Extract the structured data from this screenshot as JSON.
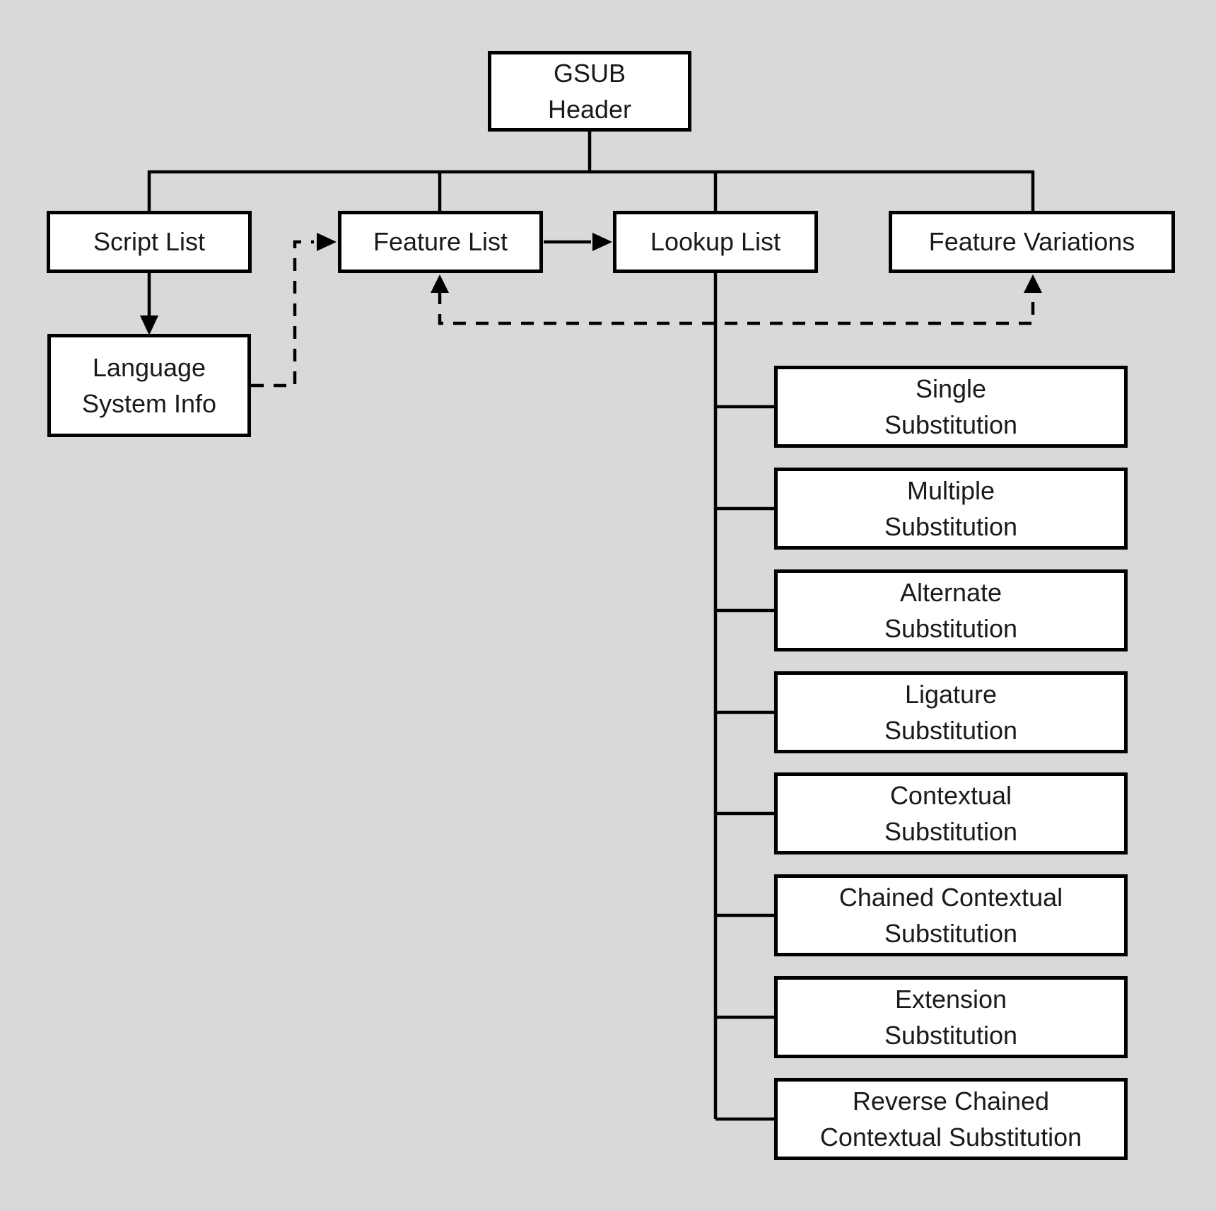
{
  "diagram": {
    "background_color": "#d9d9d9",
    "node_fill_color": "#ffffff",
    "line_color": "#000000",
    "text_color": "#1a1a1a"
  },
  "nodes": {
    "gsub_header": {
      "label": "GSUB\nHeader"
    },
    "script_list": {
      "label": "Script List"
    },
    "feature_list": {
      "label": "Feature List"
    },
    "lookup_list": {
      "label": "Lookup List"
    },
    "feature_variations": {
      "label": "Feature Variations"
    },
    "language_system_info": {
      "label": "Language\nSystem Info"
    },
    "lookup_types": [
      {
        "label": "Single\nSubstitution"
      },
      {
        "label": "Multiple\nSubstitution"
      },
      {
        "label": "Alternate\nSubstitution"
      },
      {
        "label": "Ligature\nSubstitution"
      },
      {
        "label": "Contextual\nSubstitution"
      },
      {
        "label": "Chained Contextual\nSubstitution"
      },
      {
        "label": "Extension\nSubstitution"
      },
      {
        "label": "Reverse Chained\nContextual Substitution"
      }
    ]
  },
  "edges": [
    {
      "from": "GSUB Header",
      "to": "Script List",
      "style": "solid-tree"
    },
    {
      "from": "GSUB Header",
      "to": "Feature List",
      "style": "solid-tree"
    },
    {
      "from": "GSUB Header",
      "to": "Lookup List",
      "style": "solid-tree"
    },
    {
      "from": "GSUB Header",
      "to": "Feature Variations",
      "style": "solid-tree"
    },
    {
      "from": "Script List",
      "to": "Language System Info",
      "style": "solid-arrow"
    },
    {
      "from": "Language System Info",
      "to": "Feature List",
      "style": "dashed-arrow"
    },
    {
      "from": "Feature List",
      "to": "Lookup List",
      "style": "solid-arrow"
    },
    {
      "between": [
        "Feature List",
        "Feature Variations"
      ],
      "style": "dashed",
      "arrowheads": [
        "Feature List",
        "Feature Variations"
      ]
    },
    {
      "from": "Lookup List",
      "to": "Single Substitution",
      "style": "solid-tree"
    },
    {
      "from": "Lookup List",
      "to": "Multiple Substitution",
      "style": "solid-tree"
    },
    {
      "from": "Lookup List",
      "to": "Alternate Substitution",
      "style": "solid-tree"
    },
    {
      "from": "Lookup List",
      "to": "Ligature Substitution",
      "style": "solid-tree"
    },
    {
      "from": "Lookup List",
      "to": "Contextual Substitution",
      "style": "solid-tree"
    },
    {
      "from": "Lookup List",
      "to": "Chained Contextual Substitution",
      "style": "solid-tree"
    },
    {
      "from": "Lookup List",
      "to": "Extension Substitution",
      "style": "solid-tree"
    },
    {
      "from": "Lookup List",
      "to": "Reverse Chained Contextual Substitution",
      "style": "solid-tree"
    }
  ]
}
